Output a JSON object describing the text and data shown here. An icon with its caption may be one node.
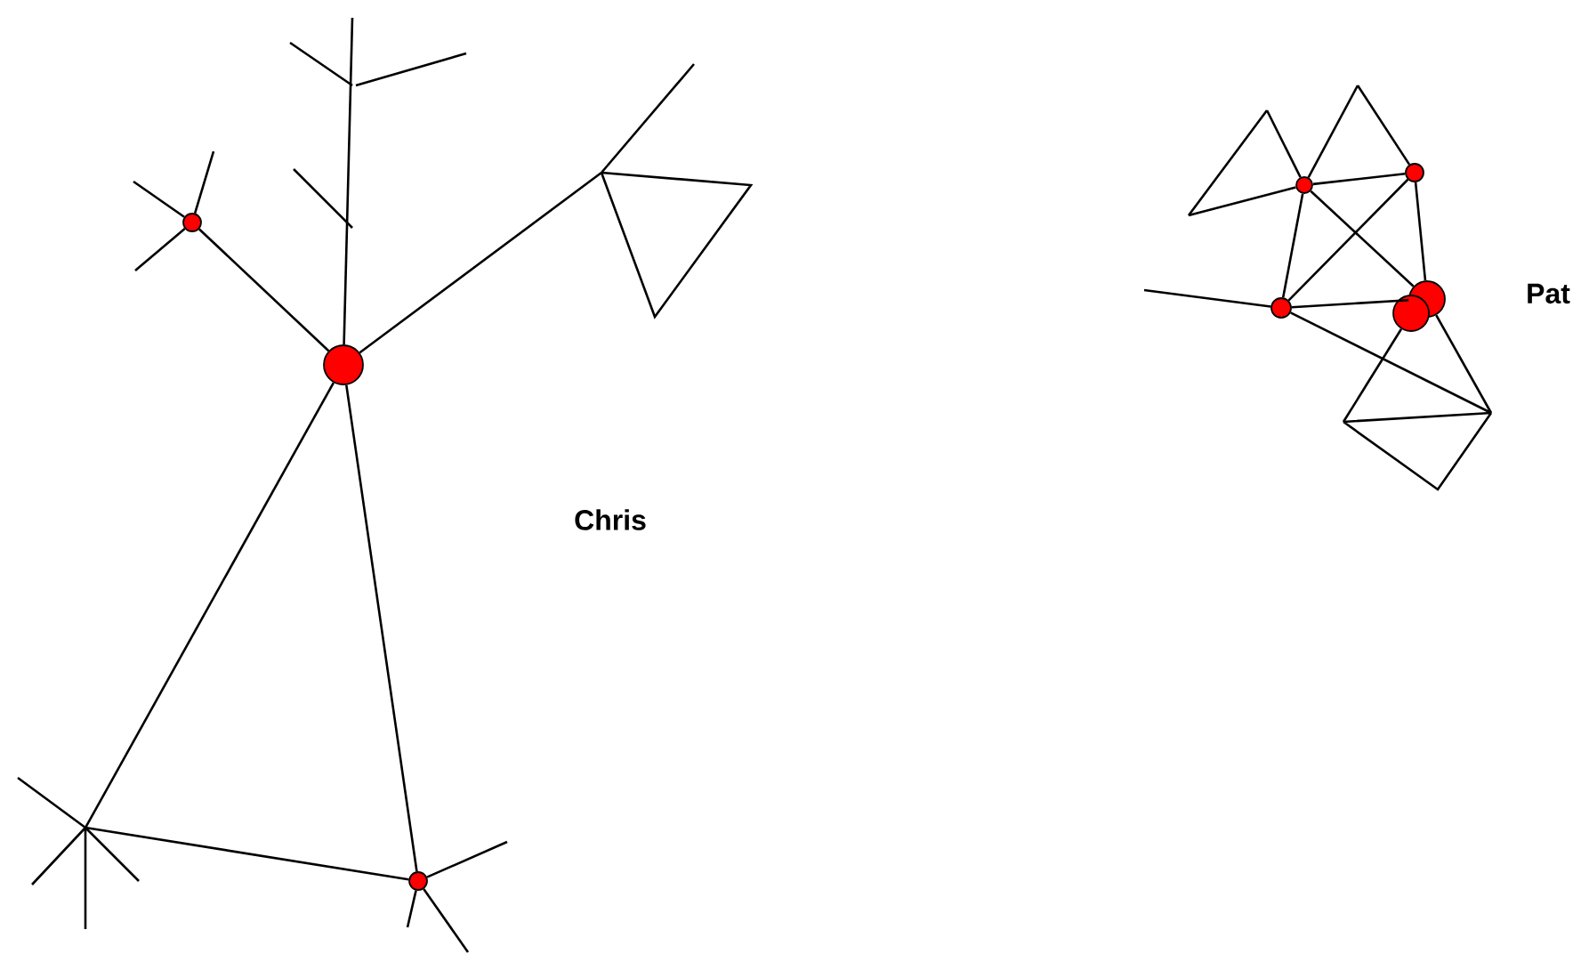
{
  "diagram": {
    "nodes": [
      {
        "text": [],
        "shape": "circle"
      },
      {
        "text": [],
        "shape": "circle"
      },
      {
        "text": [],
        "shape": "circle"
      },
      {
        "text": [],
        "shape": "circle"
      },
      {
        "text": [],
        "shape": "circle"
      },
      {
        "text": [],
        "shape": "circle"
      },
      {
        "text": [],
        "shape": "circle"
      },
      {
        "text": [],
        "shape": "circle"
      }
    ],
    "edges": [
      {
        "from": 0,
        "to": 1,
        "arrow": "none"
      },
      {
        "from": 0,
        "to": 2,
        "arrow": "none"
      },
      {
        "from": 0,
        "to": null,
        "arrow": "none"
      },
      {
        "from": 0,
        "to": null,
        "arrow": "none"
      },
      {
        "from": 0,
        "to": null,
        "arrow": "none"
      },
      {
        "from": 1,
        "to": null,
        "arrow": "none"
      },
      {
        "from": 1,
        "to": null,
        "arrow": "none"
      },
      {
        "from": 1,
        "to": null,
        "arrow": "none"
      },
      {
        "from": 2,
        "to": null,
        "arrow": "none"
      },
      {
        "from": 2,
        "to": null,
        "arrow": "none"
      },
      {
        "from": 2,
        "to": null,
        "arrow": "none"
      },
      {
        "from": 2,
        "to": null,
        "arrow": "none"
      },
      {
        "from": 3,
        "to": 4,
        "arrow": "none"
      },
      {
        "from": 3,
        "to": 5,
        "arrow": "none"
      },
      {
        "from": 4,
        "to": 5,
        "arrow": "none"
      },
      {
        "from": 3,
        "to": 6,
        "arrow": "none"
      },
      {
        "from": 4,
        "to": 6,
        "arrow": "none"
      },
      {
        "from": 5,
        "to": 6,
        "arrow": "none"
      },
      {
        "from": 3,
        "to": null,
        "arrow": "none"
      },
      {
        "from": 3,
        "to": null,
        "arrow": "none"
      },
      {
        "from": 3,
        "to": null,
        "arrow": "none"
      },
      {
        "from": 4,
        "to": null,
        "arrow": "none"
      },
      {
        "from": 5,
        "to": null,
        "arrow": "none"
      },
      {
        "from": 5,
        "to": null,
        "arrow": "none"
      },
      {
        "from": 6,
        "to": null,
        "arrow": "none"
      },
      {
        "from": 7,
        "to": null,
        "arrow": "none"
      }
    ],
    "labels": [
      "Chris",
      "Pat"
    ]
  }
}
